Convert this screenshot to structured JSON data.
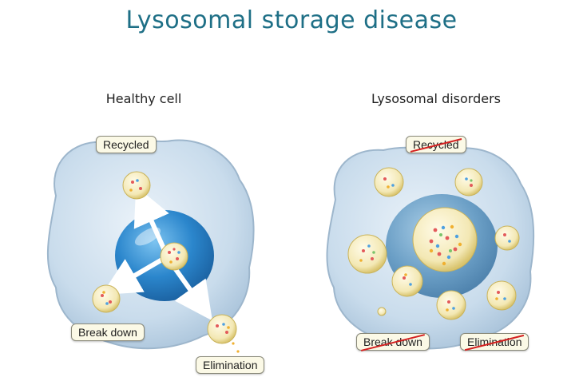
{
  "title": "Lysosomal storage disease",
  "panels": {
    "healthy": {
      "title": "Healthy cell",
      "labels": {
        "recycled": "Recycled",
        "break_down": "Break down",
        "elimination": "Elimination"
      }
    },
    "disorder": {
      "title": "Lysosomal disorders",
      "labels": {
        "recycled": "Recycled",
        "break_down": "Break down",
        "elimination": "Elimination"
      }
    }
  },
  "colors": {
    "title": "#1e6f86",
    "cell": "#cfe0ee",
    "nucleus": "#2e8ccf",
    "lysosome": "#f6eec0",
    "strike": "#d42020"
  }
}
